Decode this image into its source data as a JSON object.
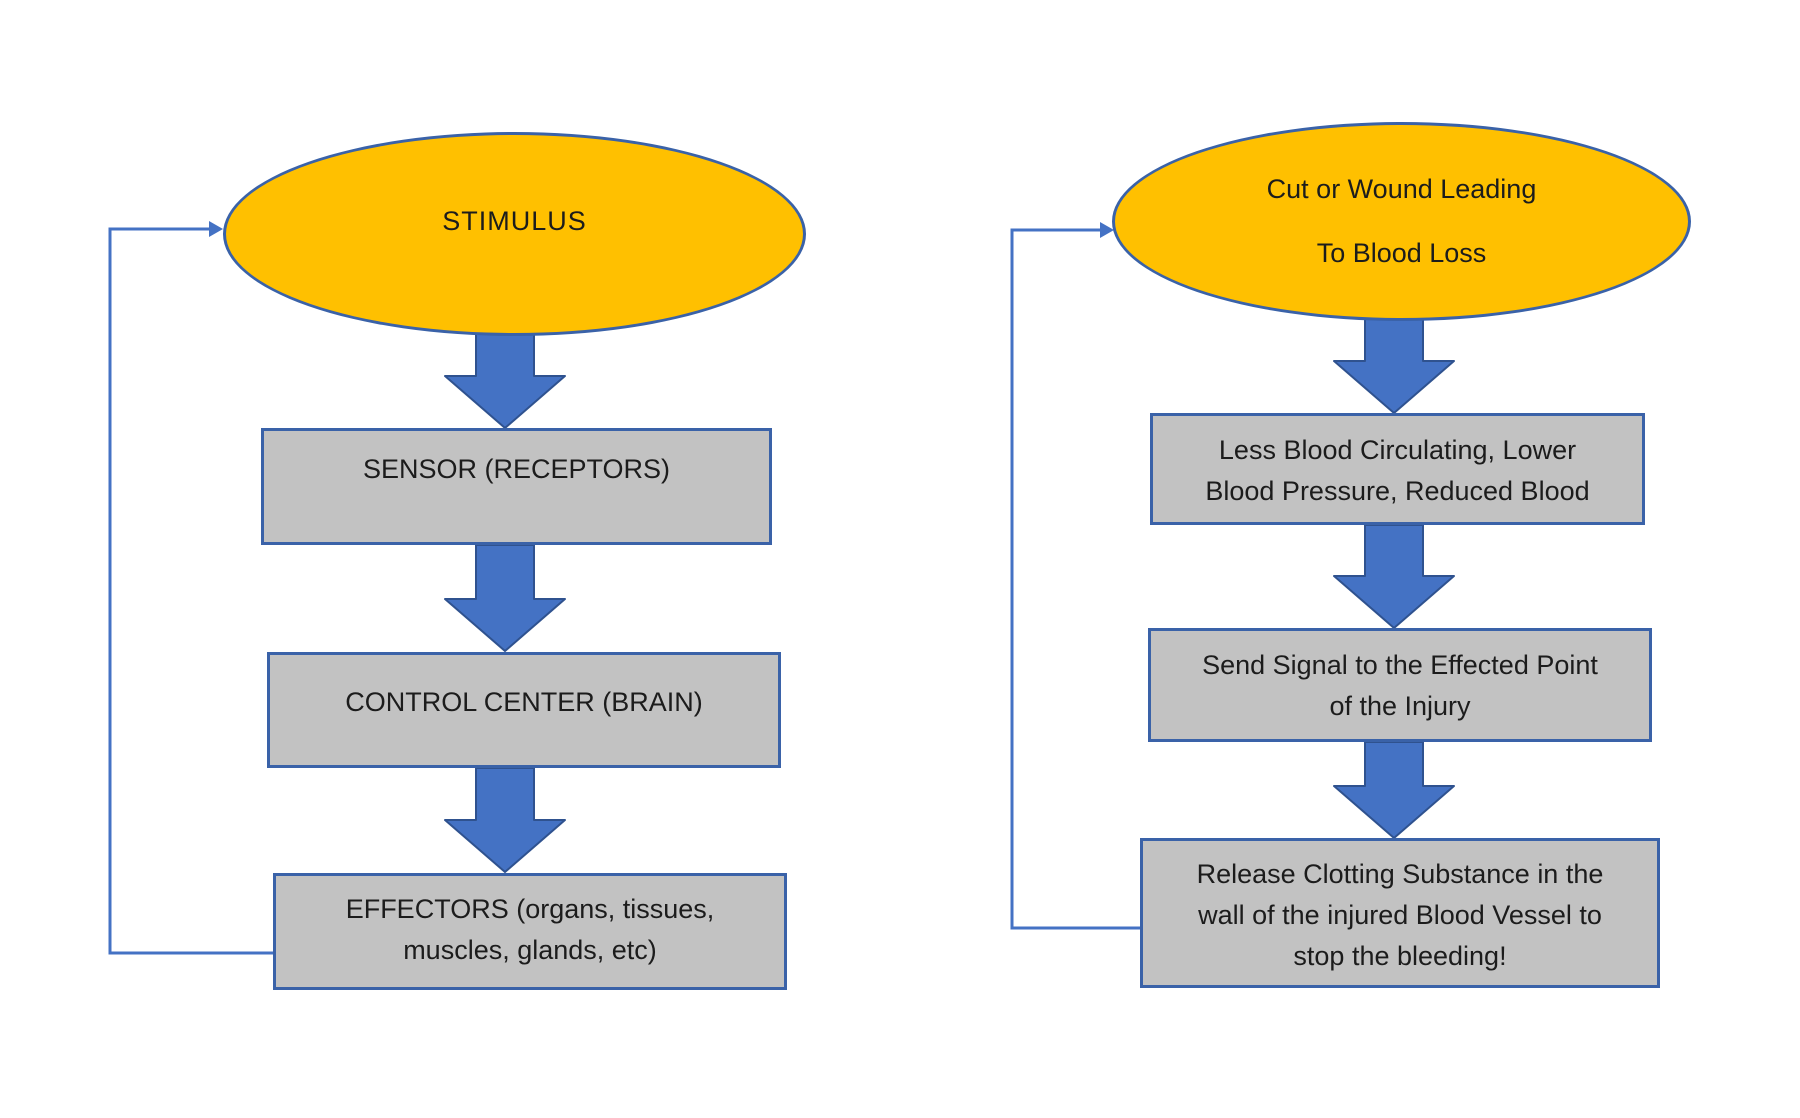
{
  "canvas": {
    "background": "#FFFFFF"
  },
  "colors": {
    "ellipse_fill": "#FFC000",
    "shape_border": "#3A62A8",
    "box_fill": "#C2C2C2",
    "block_arrow_fill": "#4472C4",
    "block_arrow_border": "#2F528F",
    "feedback_line": "#4472C4",
    "text": "#1C1C1C"
  },
  "left_flow": {
    "ellipse": {
      "label": "STIMULUS"
    },
    "boxes": [
      {
        "lines": [
          "SENSOR (RECEPTORS)"
        ]
      },
      {
        "lines": [
          "CONTROL CENTER (BRAIN)"
        ]
      },
      {
        "lines": [
          "EFFECTORS (organs, tissues,",
          "muscles, glands, etc)"
        ]
      }
    ]
  },
  "right_flow": {
    "ellipse": {
      "lines": [
        "Cut or Wound Leading",
        "To Blood Loss"
      ]
    },
    "boxes": [
      {
        "lines": [
          "Less Blood Circulating, Lower",
          "Blood Pressure, Reduced Blood"
        ]
      },
      {
        "lines": [
          "Send Signal to the Effected Point",
          "of the Injury"
        ]
      },
      {
        "lines": [
          "Release Clotting Substance in the",
          "wall of the injured Blood Vessel to",
          "stop the bleeding!"
        ]
      }
    ]
  }
}
